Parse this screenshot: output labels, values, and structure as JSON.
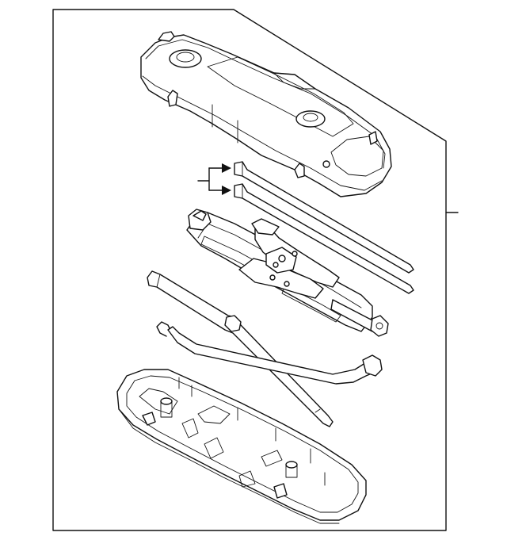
{
  "diagram": {
    "parts": [
      "tool-tray-cover",
      "wheel-bolt-wrench-rods",
      "scissor-jack",
      "jack-handle-extension",
      "hook-crank-handle",
      "tool-tray-base"
    ],
    "colors": {
      "line": "#111111",
      "background": "#ffffff"
    }
  }
}
